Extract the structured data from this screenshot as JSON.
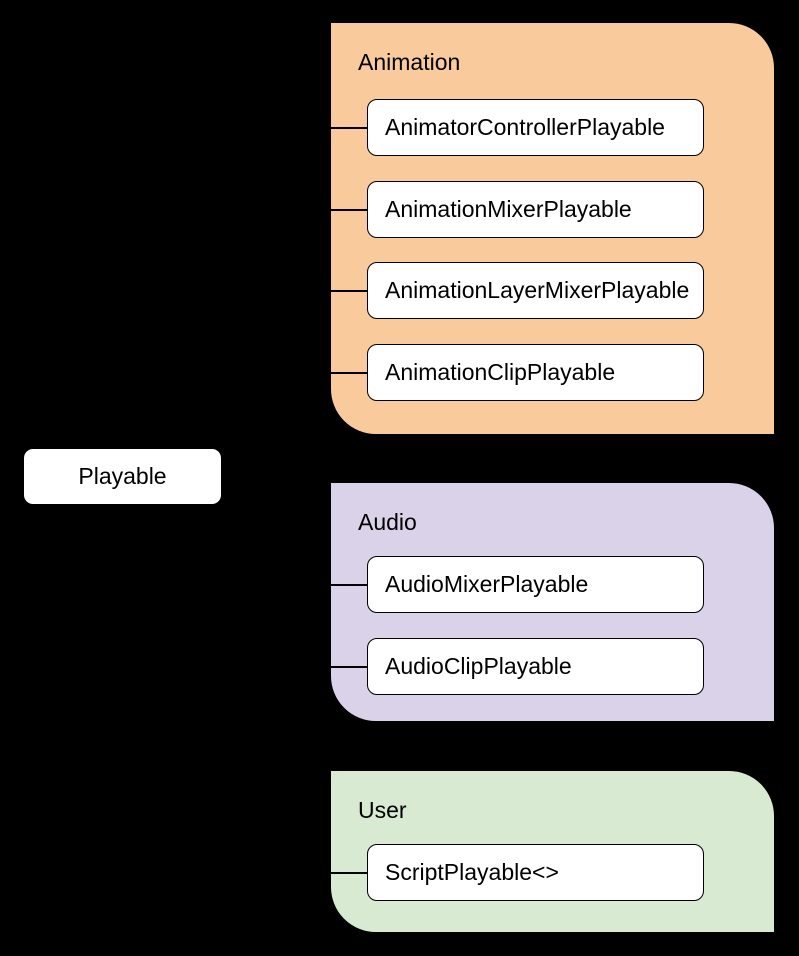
{
  "diagram": {
    "background": "#000000",
    "node_fill": "#ffffff",
    "line_color": "#000000",
    "text_color": "#000000",
    "root": {
      "label": "Playable"
    },
    "groups": [
      {
        "label": "Animation",
        "color": "#f9cb9c",
        "items": [
          "AnimatorControllerPlayable",
          "AnimationMixerPlayable",
          "AnimationLayerMixerPlayable",
          "AnimationClipPlayable"
        ]
      },
      {
        "label": "Audio",
        "color": "#d9d2e9",
        "items": [
          "AudioMixerPlayable",
          "AudioClipPlayable"
        ]
      },
      {
        "label": "User",
        "color": "#d9ead3",
        "items": [
          "ScriptPlayable<>"
        ]
      }
    ]
  }
}
